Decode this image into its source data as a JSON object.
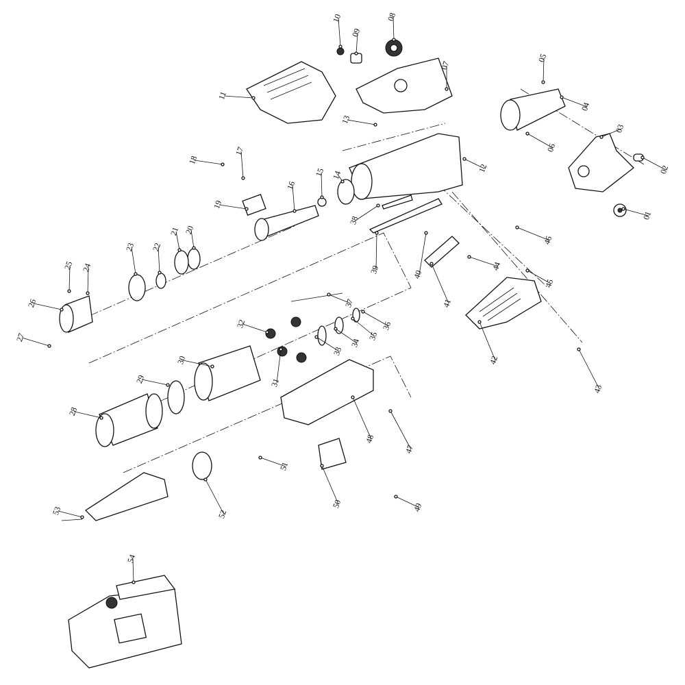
{
  "diagram": {
    "type": "exploded-parts-view",
    "part_numbers": [
      "01",
      "02",
      "03",
      "04",
      "05",
      "06",
      "07",
      "08",
      "09",
      "10",
      "11",
      "12",
      "13",
      "14",
      "15",
      "16",
      "17",
      "18",
      "19",
      "20",
      "21",
      "22",
      "23",
      "24",
      "25",
      "26",
      "27",
      "28",
      "29",
      "30",
      "31",
      "32",
      "33",
      "34",
      "35",
      "36",
      "37",
      "38",
      "39",
      "40",
      "41",
      "42",
      "43",
      "44",
      "45",
      "46",
      "47",
      "48",
      "49",
      "50",
      "51",
      "52",
      "53",
      "54"
    ]
  }
}
